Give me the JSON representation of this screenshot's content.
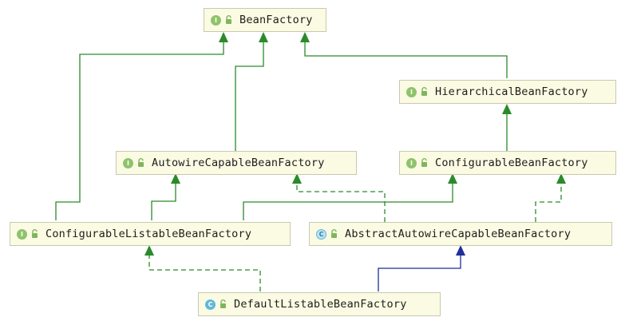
{
  "nodes": [
    {
      "key": "bean_factory",
      "name": "BeanFactory",
      "kind": "interface"
    },
    {
      "key": "hierarchical",
      "name": "HierarchicalBeanFactory",
      "kind": "interface"
    },
    {
      "key": "autowire_capable",
      "name": "AutowireCapableBeanFactory",
      "kind": "interface"
    },
    {
      "key": "configurable",
      "name": "ConfigurableBeanFactory",
      "kind": "interface"
    },
    {
      "key": "configurable_listable",
      "name": "ConfigurableListableBeanFactory",
      "kind": "interface"
    },
    {
      "key": "abstract_autowire",
      "name": "AbstractAutowireCapableBeanFactory",
      "kind": "abstract class"
    },
    {
      "key": "default_listable",
      "name": "DefaultListableBeanFactory",
      "kind": "class"
    }
  ],
  "badge_letters": {
    "interface": "I",
    "class": "C",
    "abstract": "C"
  },
  "edges": [
    {
      "from": "HierarchicalBeanFactory",
      "to": "BeanFactory",
      "type": "extends"
    },
    {
      "from": "AutowireCapableBeanFactory",
      "to": "BeanFactory",
      "type": "extends"
    },
    {
      "from": "ConfigurableListableBeanFactory",
      "to": "BeanFactory",
      "type": "extends"
    },
    {
      "from": "ConfigurableBeanFactory",
      "to": "HierarchicalBeanFactory",
      "type": "extends"
    },
    {
      "from": "ConfigurableListableBeanFactory",
      "to": "AutowireCapableBeanFactory",
      "type": "extends"
    },
    {
      "from": "ConfigurableListableBeanFactory",
      "to": "ConfigurableBeanFactory",
      "type": "extends"
    },
    {
      "from": "AbstractAutowireCapableBeanFactory",
      "to": "AutowireCapableBeanFactory",
      "type": "implements"
    },
    {
      "from": "AbstractAutowireCapableBeanFactory",
      "to": "ConfigurableBeanFactory",
      "type": "implements"
    },
    {
      "from": "DefaultListableBeanFactory",
      "to": "ConfigurableListableBeanFactory",
      "type": "implements"
    },
    {
      "from": "DefaultListableBeanFactory",
      "to": "AbstractAutowireCapableBeanFactory",
      "type": "extends class"
    }
  ],
  "colors": {
    "interface_extends": "#2b8a2b",
    "class_extends": "#1f2f9a",
    "node_fill": "#fbfbe3",
    "node_border": "#c9c9b0",
    "interface_badge": "#8fc36b",
    "class_badge": "#5fb9d9",
    "lock_icon": "#7fb55e"
  }
}
